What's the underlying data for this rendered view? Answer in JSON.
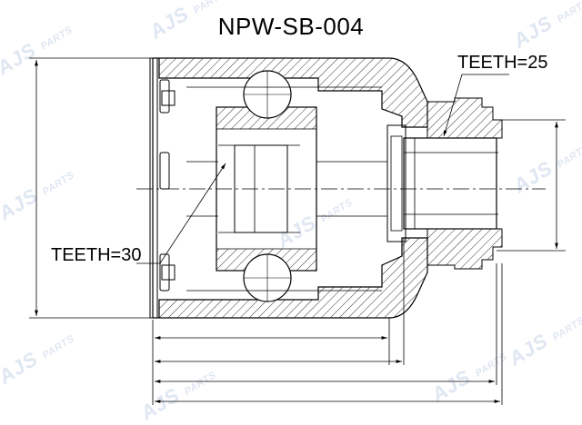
{
  "title": "NPW-SB-004",
  "labels": {
    "teeth_outer": "TEETH=25",
    "teeth_inner": "TEETH=30"
  },
  "watermark": {
    "brand": "AJS",
    "suffix": "PARTS"
  },
  "colors": {
    "line": "#000000",
    "hatch": "#000000",
    "watermark": "#dfe7f2"
  }
}
